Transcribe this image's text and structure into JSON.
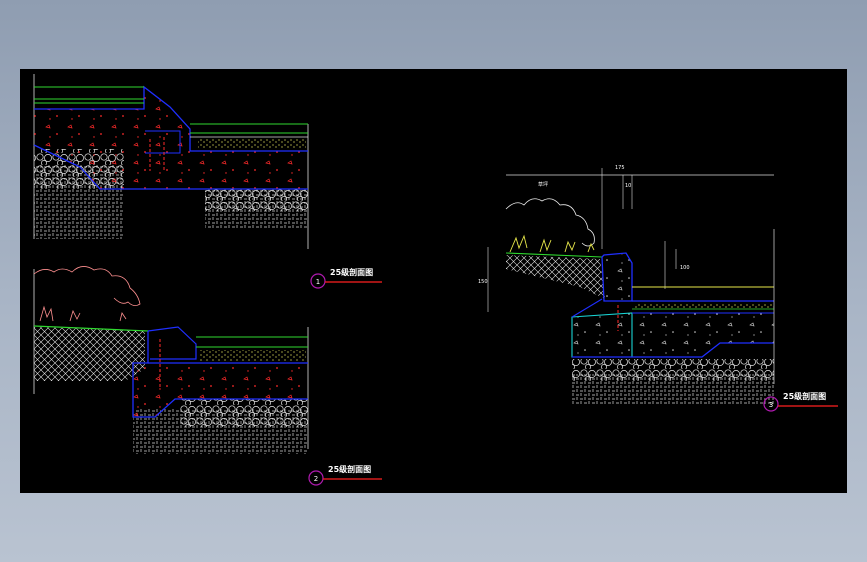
{
  "colors": {
    "background": "#000000",
    "outline": "#1f2fff",
    "soil": "#ffffff",
    "concrete_mark": "#ff2020",
    "grass_line": "#2fd82f",
    "curb": "#19d4d4",
    "paving_top": "#e8e84a",
    "label_circle": "#b01ab0",
    "label_underline": "#ff2020"
  },
  "sections": [
    {
      "id": "section-1",
      "number": "1",
      "title": "25级剖面图"
    },
    {
      "id": "section-2",
      "number": "2",
      "title": "25级剖面图"
    },
    {
      "id": "section-3",
      "number": "3",
      "title": "25级剖面图"
    }
  ],
  "dimensions": {
    "top_span": "175",
    "left_label": "草坪",
    "small_mark": "10",
    "height_left": "150",
    "height_right": "100"
  }
}
